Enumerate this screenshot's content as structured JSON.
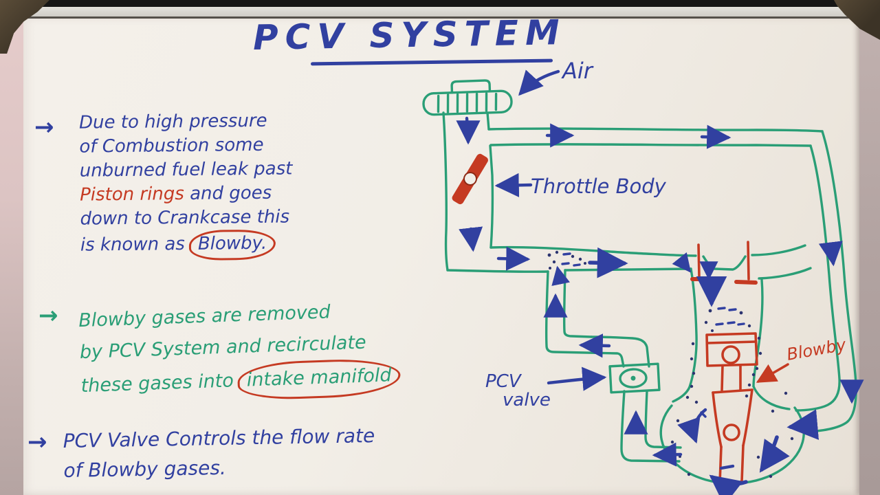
{
  "title": {
    "text": "PCV SYSTEM"
  },
  "notes": {
    "bullet1": {
      "marker": "→",
      "line1": "Due to high pressure",
      "line2": "of Combustion some",
      "line3": "unburned fuel leak past",
      "line4_red": "Piston rings",
      "line4_rest": " and goes",
      "line5": "down to Crankcase this",
      "line6_pre": "is known as",
      "line6_circled": "Blowby."
    },
    "bullet2": {
      "marker": "→",
      "line1": "Blowby gases are removed",
      "line2": "by PCV System and recirculate",
      "line3_pre": "these gases into",
      "line3_circled": "intake manifold"
    },
    "bullet3": {
      "marker": "→",
      "line1": "PCV Valve Controls the flow rate",
      "line2": "of Blowby gases."
    }
  },
  "diagram": {
    "air_label": "Air",
    "throttle_body_label": "Throttle Body",
    "pcv_label_line1": "PCV",
    "pcv_label_line2": "valve",
    "blowby_label": "Blowby"
  },
  "colors": {
    "blue": "#3140a0",
    "green": "#2a9e76",
    "red": "#c53a22",
    "paper": "#f2eee7",
    "ink-dot": "#2c3470"
  }
}
